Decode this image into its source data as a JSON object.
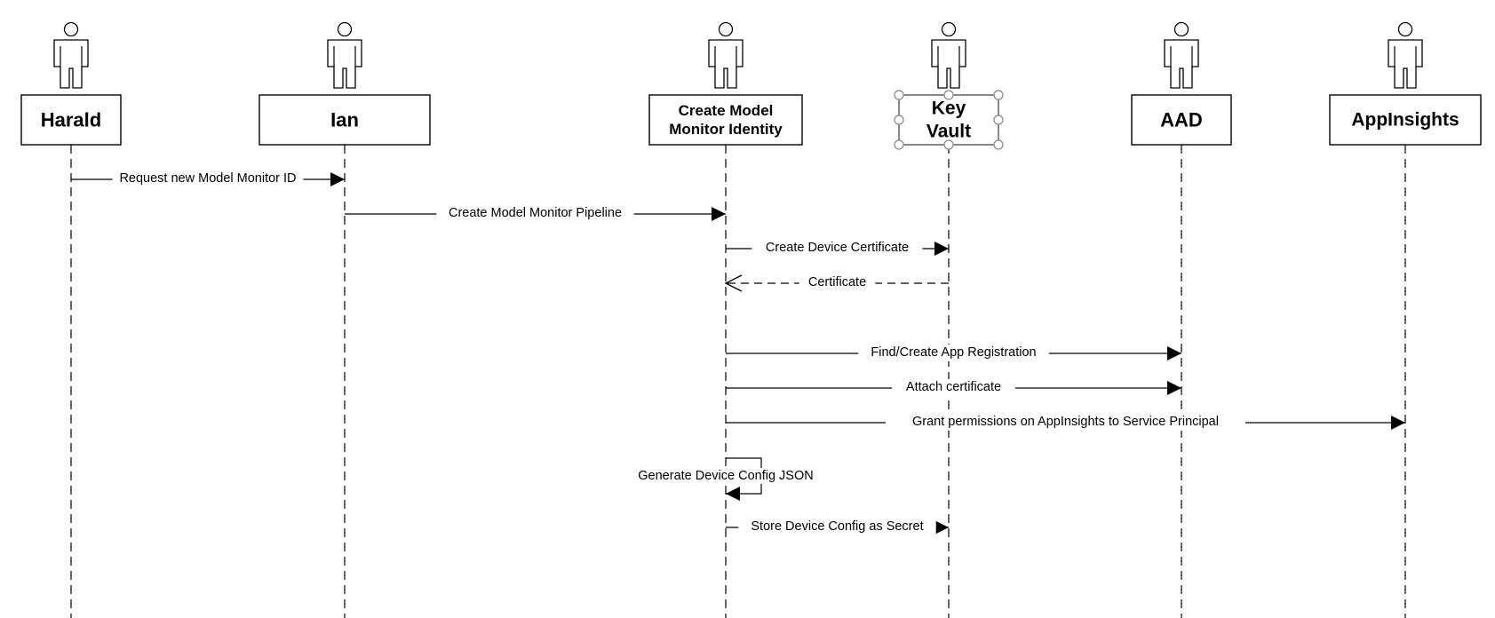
{
  "diagram": {
    "type": "sequence-diagram",
    "participants": [
      {
        "id": "harald",
        "lines": [
          "Harald"
        ]
      },
      {
        "id": "ian",
        "lines": [
          "Ian"
        ]
      },
      {
        "id": "cmmi",
        "lines": [
          "Create Model",
          "Monitor Identity"
        ]
      },
      {
        "id": "keyvault",
        "lines": [
          "Key",
          "Vault"
        ],
        "selected": true
      },
      {
        "id": "aad",
        "lines": [
          "AAD"
        ]
      },
      {
        "id": "appinsights",
        "lines": [
          "AppInsights"
        ]
      }
    ],
    "messages": [
      {
        "from": "harald",
        "to": "ian",
        "label": "Request new Model Monitor ID",
        "style": "solid"
      },
      {
        "from": "ian",
        "to": "cmmi",
        "label": "Create Model Monitor Pipeline",
        "style": "solid"
      },
      {
        "from": "cmmi",
        "to": "keyvault",
        "label": "Create Device Certificate",
        "style": "solid"
      },
      {
        "from": "keyvault",
        "to": "cmmi",
        "label": "Certificate",
        "style": "dashed-return"
      },
      {
        "from": "cmmi",
        "to": "aad",
        "label": "Find/Create App Registration",
        "style": "solid"
      },
      {
        "from": "cmmi",
        "to": "aad",
        "label": "Attach certificate",
        "style": "solid"
      },
      {
        "from": "cmmi",
        "to": "appinsights",
        "label": "Grant permissions on AppInsights to Service Principal",
        "style": "solid"
      },
      {
        "from": "cmmi",
        "to": "cmmi",
        "label": "Generate Device Config JSON",
        "style": "self"
      },
      {
        "from": "cmmi",
        "to": "keyvault",
        "label": "Store Device Config as Secret",
        "style": "solid"
      }
    ]
  }
}
